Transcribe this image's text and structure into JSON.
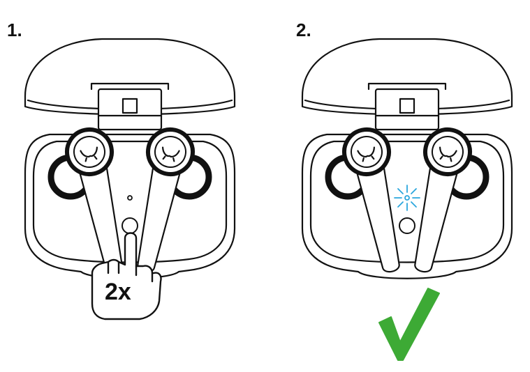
{
  "steps": [
    {
      "label": "1.",
      "press_count_label": "2x",
      "icons": [
        "charging-case-icon",
        "earbuds-icon",
        "button-press-hand-icon"
      ]
    },
    {
      "label": "2.",
      "icons": [
        "charging-case-icon",
        "earbuds-icon",
        "blinking-light-icon",
        "checkmark-icon"
      ]
    }
  ],
  "colors": {
    "line": "#111111",
    "light_blink": "#2aa6dd",
    "check": "#3daa35"
  }
}
